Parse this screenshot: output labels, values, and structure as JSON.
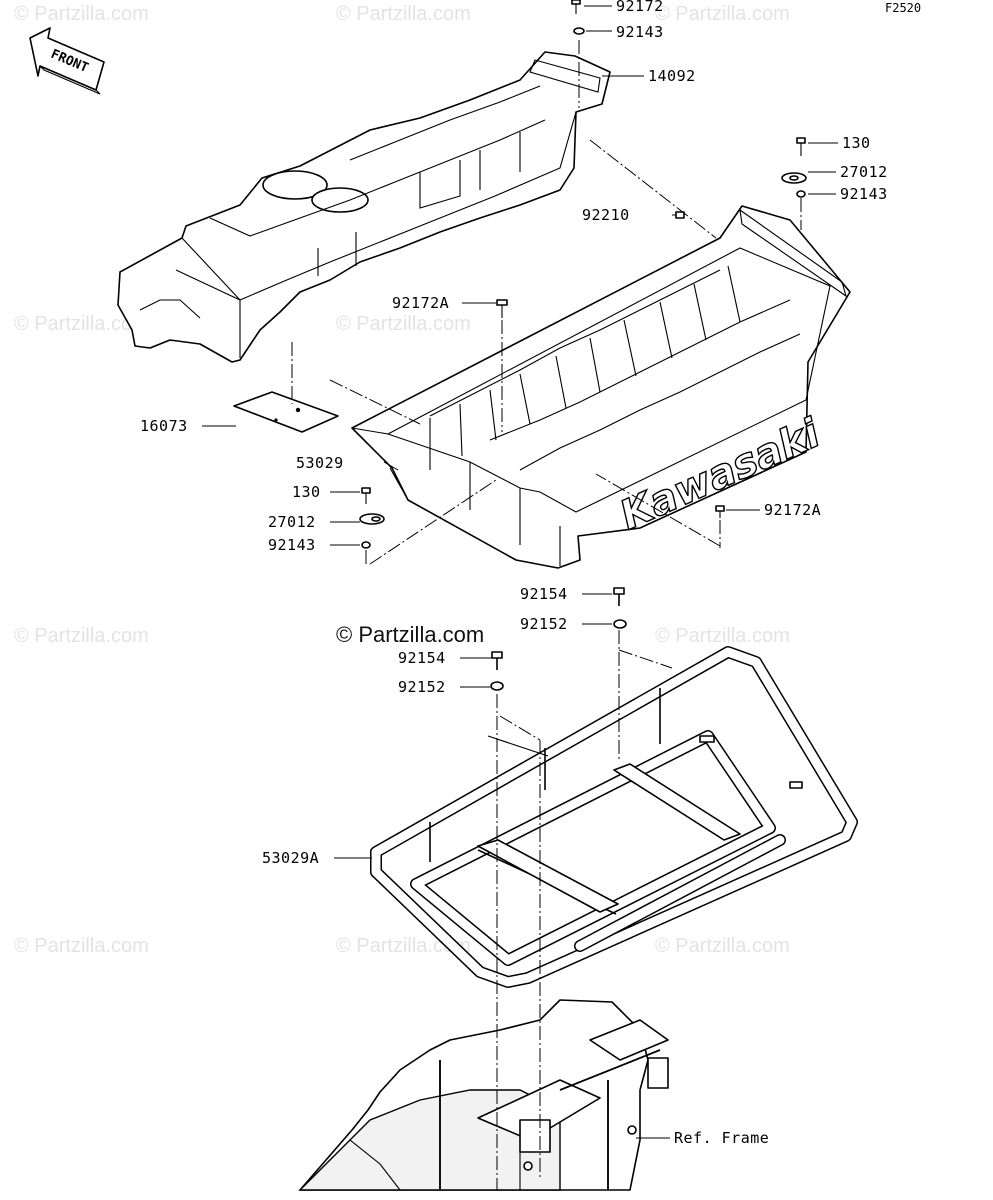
{
  "figure_code": "F2520",
  "front_label": "FRONT",
  "logo_text": "Kawasaki",
  "watermark_center": "© Partzilla.com",
  "watermark_faint": "© Partzilla.com",
  "callouts": [
    {
      "id": "92172-top",
      "text": "92172"
    },
    {
      "id": "92143-top",
      "text": "92143"
    },
    {
      "id": "14092",
      "text": "14092"
    },
    {
      "id": "130-right",
      "text": "130"
    },
    {
      "id": "27012-right",
      "text": "27012"
    },
    {
      "id": "92143-right",
      "text": "92143"
    },
    {
      "id": "92210",
      "text": "92210"
    },
    {
      "id": "92172A-mid",
      "text": "92172A"
    },
    {
      "id": "16073",
      "text": "16073"
    },
    {
      "id": "53029",
      "text": "53029"
    },
    {
      "id": "130-left",
      "text": "130"
    },
    {
      "id": "27012-left",
      "text": "27012"
    },
    {
      "id": "92143-left",
      "text": "92143"
    },
    {
      "id": "92172A-right",
      "text": "92172A"
    },
    {
      "id": "92154-right",
      "text": "92154"
    },
    {
      "id": "92152-right",
      "text": "92152"
    },
    {
      "id": "92154-left",
      "text": "92154"
    },
    {
      "id": "92152-left",
      "text": "92152"
    },
    {
      "id": "53029A",
      "text": "53029A"
    },
    {
      "id": "ref-frame",
      "text": "Ref. Frame"
    }
  ]
}
